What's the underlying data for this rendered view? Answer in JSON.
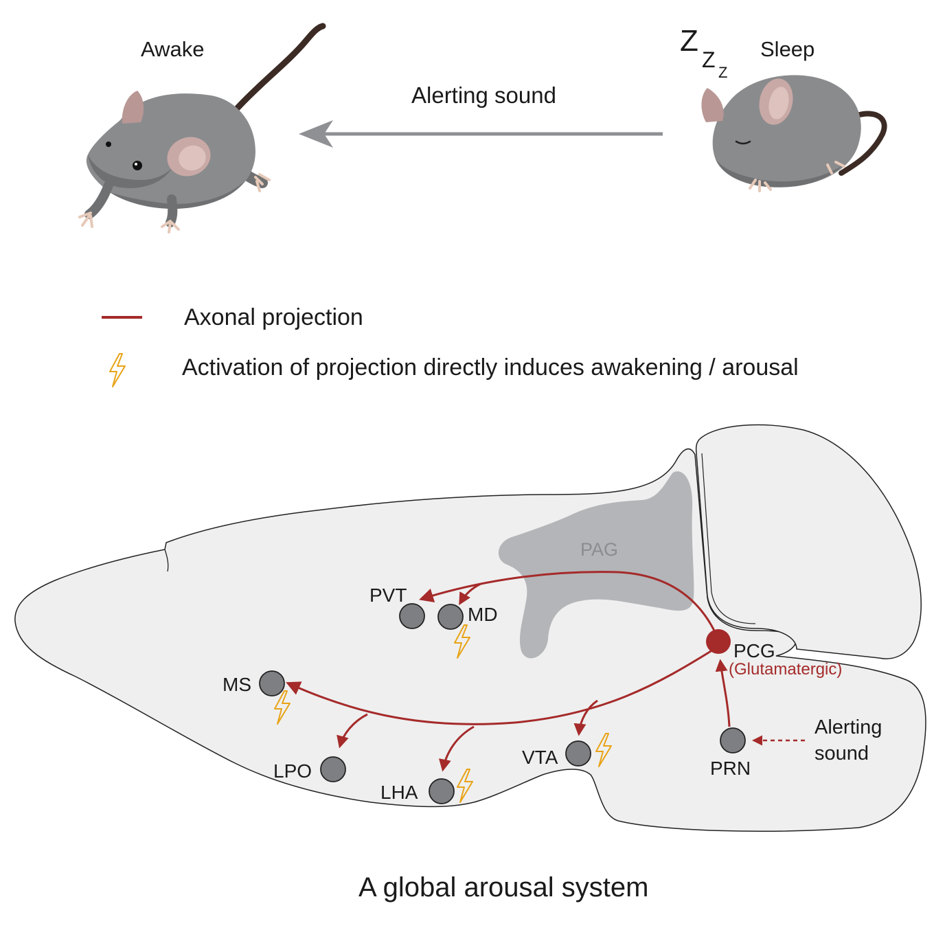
{
  "states": {
    "awake_label": "Awake",
    "sleep_label": "Sleep",
    "zzz": [
      "Z",
      "Z",
      "Z"
    ],
    "transition_label": "Alerting sound"
  },
  "legend": {
    "projection_label": "Axonal projection",
    "activation_label": "Activation of projection directly induces awakening / arousal"
  },
  "brain": {
    "pag_label": "PAG",
    "pcg_label": "PCG",
    "pcg_sublabel": "(Glutamatergic)",
    "stimulus_label_line1": "Alerting",
    "stimulus_label_line2": "sound",
    "nuclei": {
      "pvt": "PVT",
      "md": "MD",
      "ms": "MS",
      "lpo": "LPO",
      "lha": "LHA",
      "vta": "VTA",
      "prn": "PRN"
    }
  },
  "caption": "A global arousal system",
  "colors": {
    "projection": "#a52a2a",
    "activation": "#e8a317",
    "mouse_body": "#8a8b8d",
    "mouse_shadow": "#6f7072",
    "mouse_ear": "#c9a9a6",
    "brain_fill": "#efefef",
    "pag_fill": "#b4b5b8",
    "nucleus_fill": "#7e7f82",
    "arrow_gray": "#8e9094"
  },
  "icons": {
    "activation": "lightning-bolt-icon",
    "mouse": "mouse-icon"
  }
}
